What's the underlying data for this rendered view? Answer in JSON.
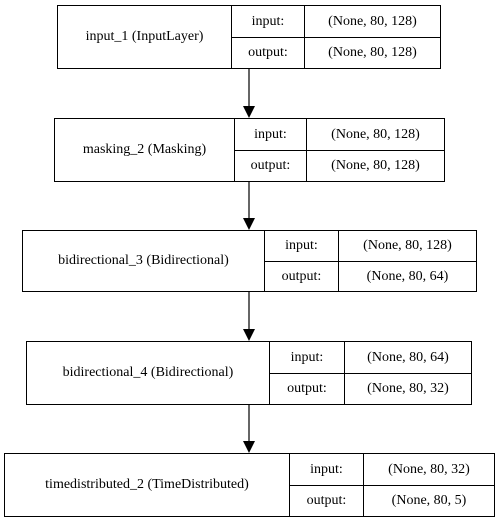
{
  "layers": [
    {
      "name": "input_1 (InputLayer)",
      "input_label": "input:",
      "input_shape": "(None, 80, 128)",
      "output_label": "output:",
      "output_shape": "(None, 80, 128)"
    },
    {
      "name": "masking_2 (Masking)",
      "input_label": "input:",
      "input_shape": "(None, 80, 128)",
      "output_label": "output:",
      "output_shape": "(None, 80, 128)"
    },
    {
      "name": "bidirectional_3 (Bidirectional)",
      "input_label": "input:",
      "input_shape": "(None, 80, 128)",
      "output_label": "output:",
      "output_shape": "(None, 80, 64)"
    },
    {
      "name": "bidirectional_4 (Bidirectional)",
      "input_label": "input:",
      "input_shape": "(None, 80, 64)",
      "output_label": "output:",
      "output_shape": "(None, 80, 32)"
    },
    {
      "name": "timedistributed_2 (TimeDistributed)",
      "input_label": "input:",
      "input_shape": "(None, 80, 32)",
      "output_label": "output:",
      "output_shape": "(None, 80, 5)"
    }
  ]
}
